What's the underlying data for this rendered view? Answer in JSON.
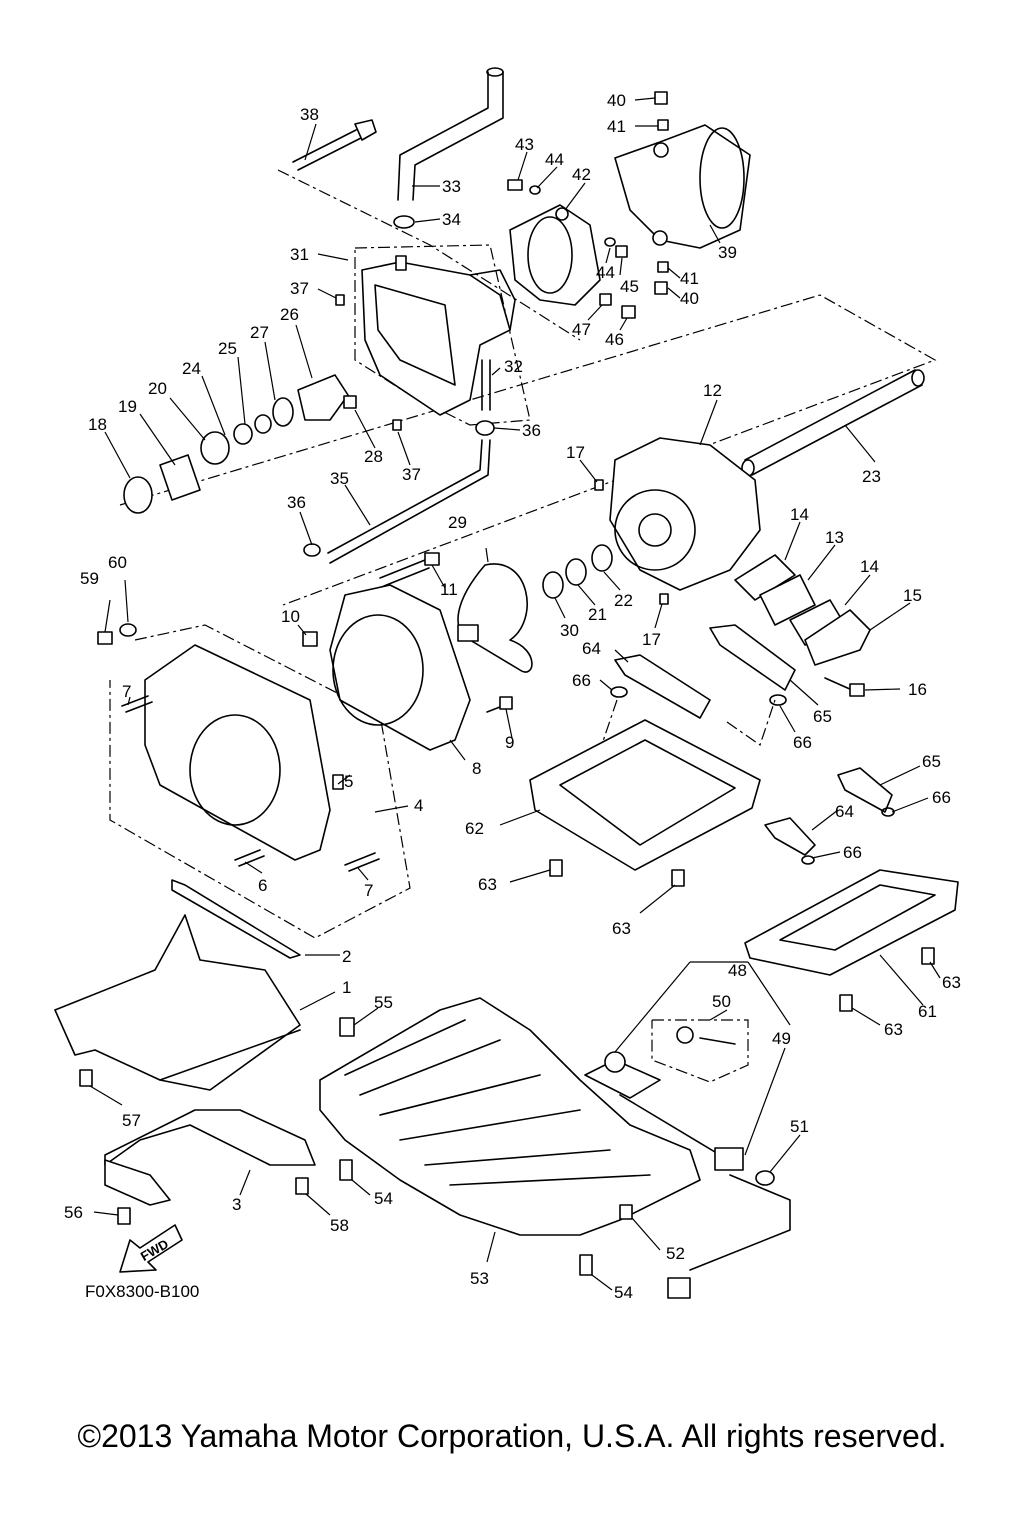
{
  "diagram": {
    "drawing_code": "F0X8300-B100",
    "fwd_label": "FWD",
    "copyright": "©2013 Yamaha Motor Corporation, U.S.A. All rights reserved.",
    "callouts": {
      "c1": "1",
      "c2": "2",
      "c3": "3",
      "c4": "4",
      "c5": "5",
      "c6": "6",
      "c7": "7",
      "c8": "8",
      "c9": "9",
      "c10": "10",
      "c11": "11",
      "c12": "12",
      "c13": "13",
      "c14": "14",
      "c15": "15",
      "c16": "16",
      "c17": "17",
      "c18": "18",
      "c19": "19",
      "c20": "20",
      "c21": "21",
      "c22": "22",
      "c23": "23",
      "c24": "24",
      "c25": "25",
      "c26": "26",
      "c27": "27",
      "c28": "28",
      "c29": "29",
      "c30": "30",
      "c31": "31",
      "c32": "32",
      "c33": "33",
      "c34": "34",
      "c35": "35",
      "c36": "36",
      "c37": "37",
      "c38": "38",
      "c39": "39",
      "c40": "40",
      "c41": "41",
      "c42": "42",
      "c43": "43",
      "c44": "44",
      "c45": "45",
      "c46": "46",
      "c47": "47",
      "c48": "48",
      "c49": "49",
      "c50": "50",
      "c51": "51",
      "c52": "52",
      "c53": "53",
      "c54": "54",
      "c55": "55",
      "c56": "56",
      "c57": "57",
      "c58": "58",
      "c59": "59",
      "c60": "60",
      "c61": "61",
      "c62": "62",
      "c63": "63",
      "c64": "64",
      "c65": "65",
      "c66": "66"
    }
  }
}
